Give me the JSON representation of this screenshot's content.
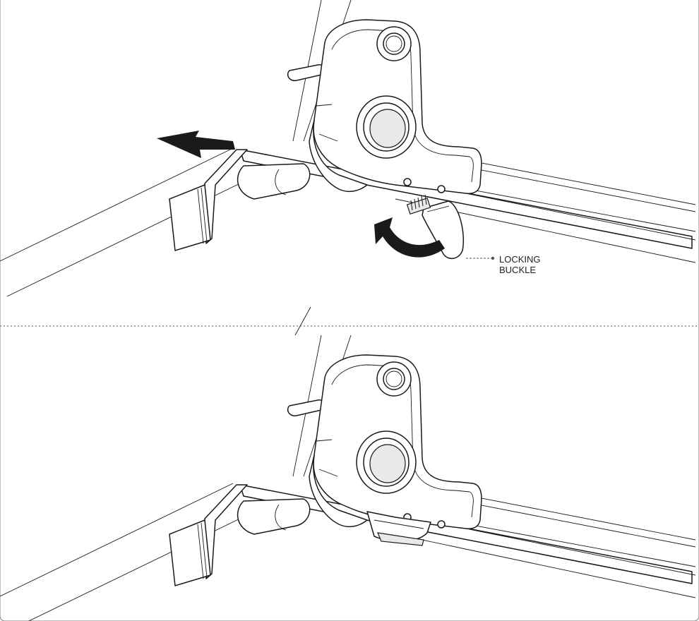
{
  "panels": [
    {
      "name": "top",
      "state": "unlocked",
      "arrows": [
        "slide-left-arrow",
        "rotate-buckle-arrow"
      ]
    },
    {
      "name": "bottom",
      "state": "locked",
      "arrows": []
    }
  ],
  "callout": {
    "line1": "LOCKING",
    "line2": "BUCKLE"
  },
  "colors": {
    "line": "#1a1a1a",
    "divider": "#8a8a8a",
    "frame": "#9a9a9a"
  }
}
